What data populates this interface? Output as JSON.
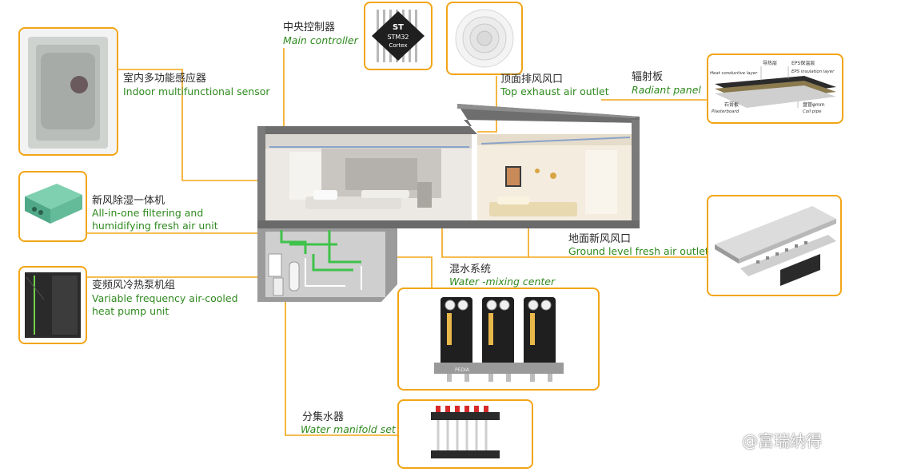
{
  "labels": {
    "sensor": {
      "cn": "室内多功能感应器",
      "en": "Indoor multifunctional sensor"
    },
    "controller": {
      "cn": "中央控制器",
      "en": "Main controller"
    },
    "exhaust": {
      "cn": "顶面排风风口",
      "en": "Top exhaust air outlet"
    },
    "radiant": {
      "cn": "辐射板",
      "en": "Radiant panel"
    },
    "fresh_air": {
      "cn": "新风除湿一体机",
      "en1": "All-in-one filtering and",
      "en2": "humidifying fresh air unit"
    },
    "heat_pump": {
      "cn": "变频风冷热泵机组",
      "en1": "Variable frequency air-cooled",
      "en2": "heat pump unit"
    },
    "ground_outlet": {
      "cn": "地面新风风口",
      "en": "Ground level fresh air outlet"
    },
    "mixing": {
      "cn": "混水系统",
      "en": "Water -mixing center"
    },
    "manifold": {
      "cn": "分集水器",
      "en": "Water manifold set"
    }
  },
  "radiant_panel_inset": {
    "heat_conductive_cn": "导热层",
    "heat_conductive_en": "Heat conductive layer",
    "eps_cn": "EPS保温层",
    "eps_en": "EPS insulation layer",
    "plaster_cn": "石膏板",
    "plaster_en": "Plasterboard",
    "coil_cn": "盘管φmm",
    "coil_en": "Coil pipe"
  },
  "chip": {
    "brand": "ST",
    "line1": "STM32",
    "line2": "Cortex"
  },
  "mixing_unit_brand": "PEDIA",
  "watermark": "@富瑞纳得",
  "colors": {
    "accent": "#f2a516",
    "english_label": "#2f8a1f",
    "pipe_green": "#3fc24a"
  }
}
